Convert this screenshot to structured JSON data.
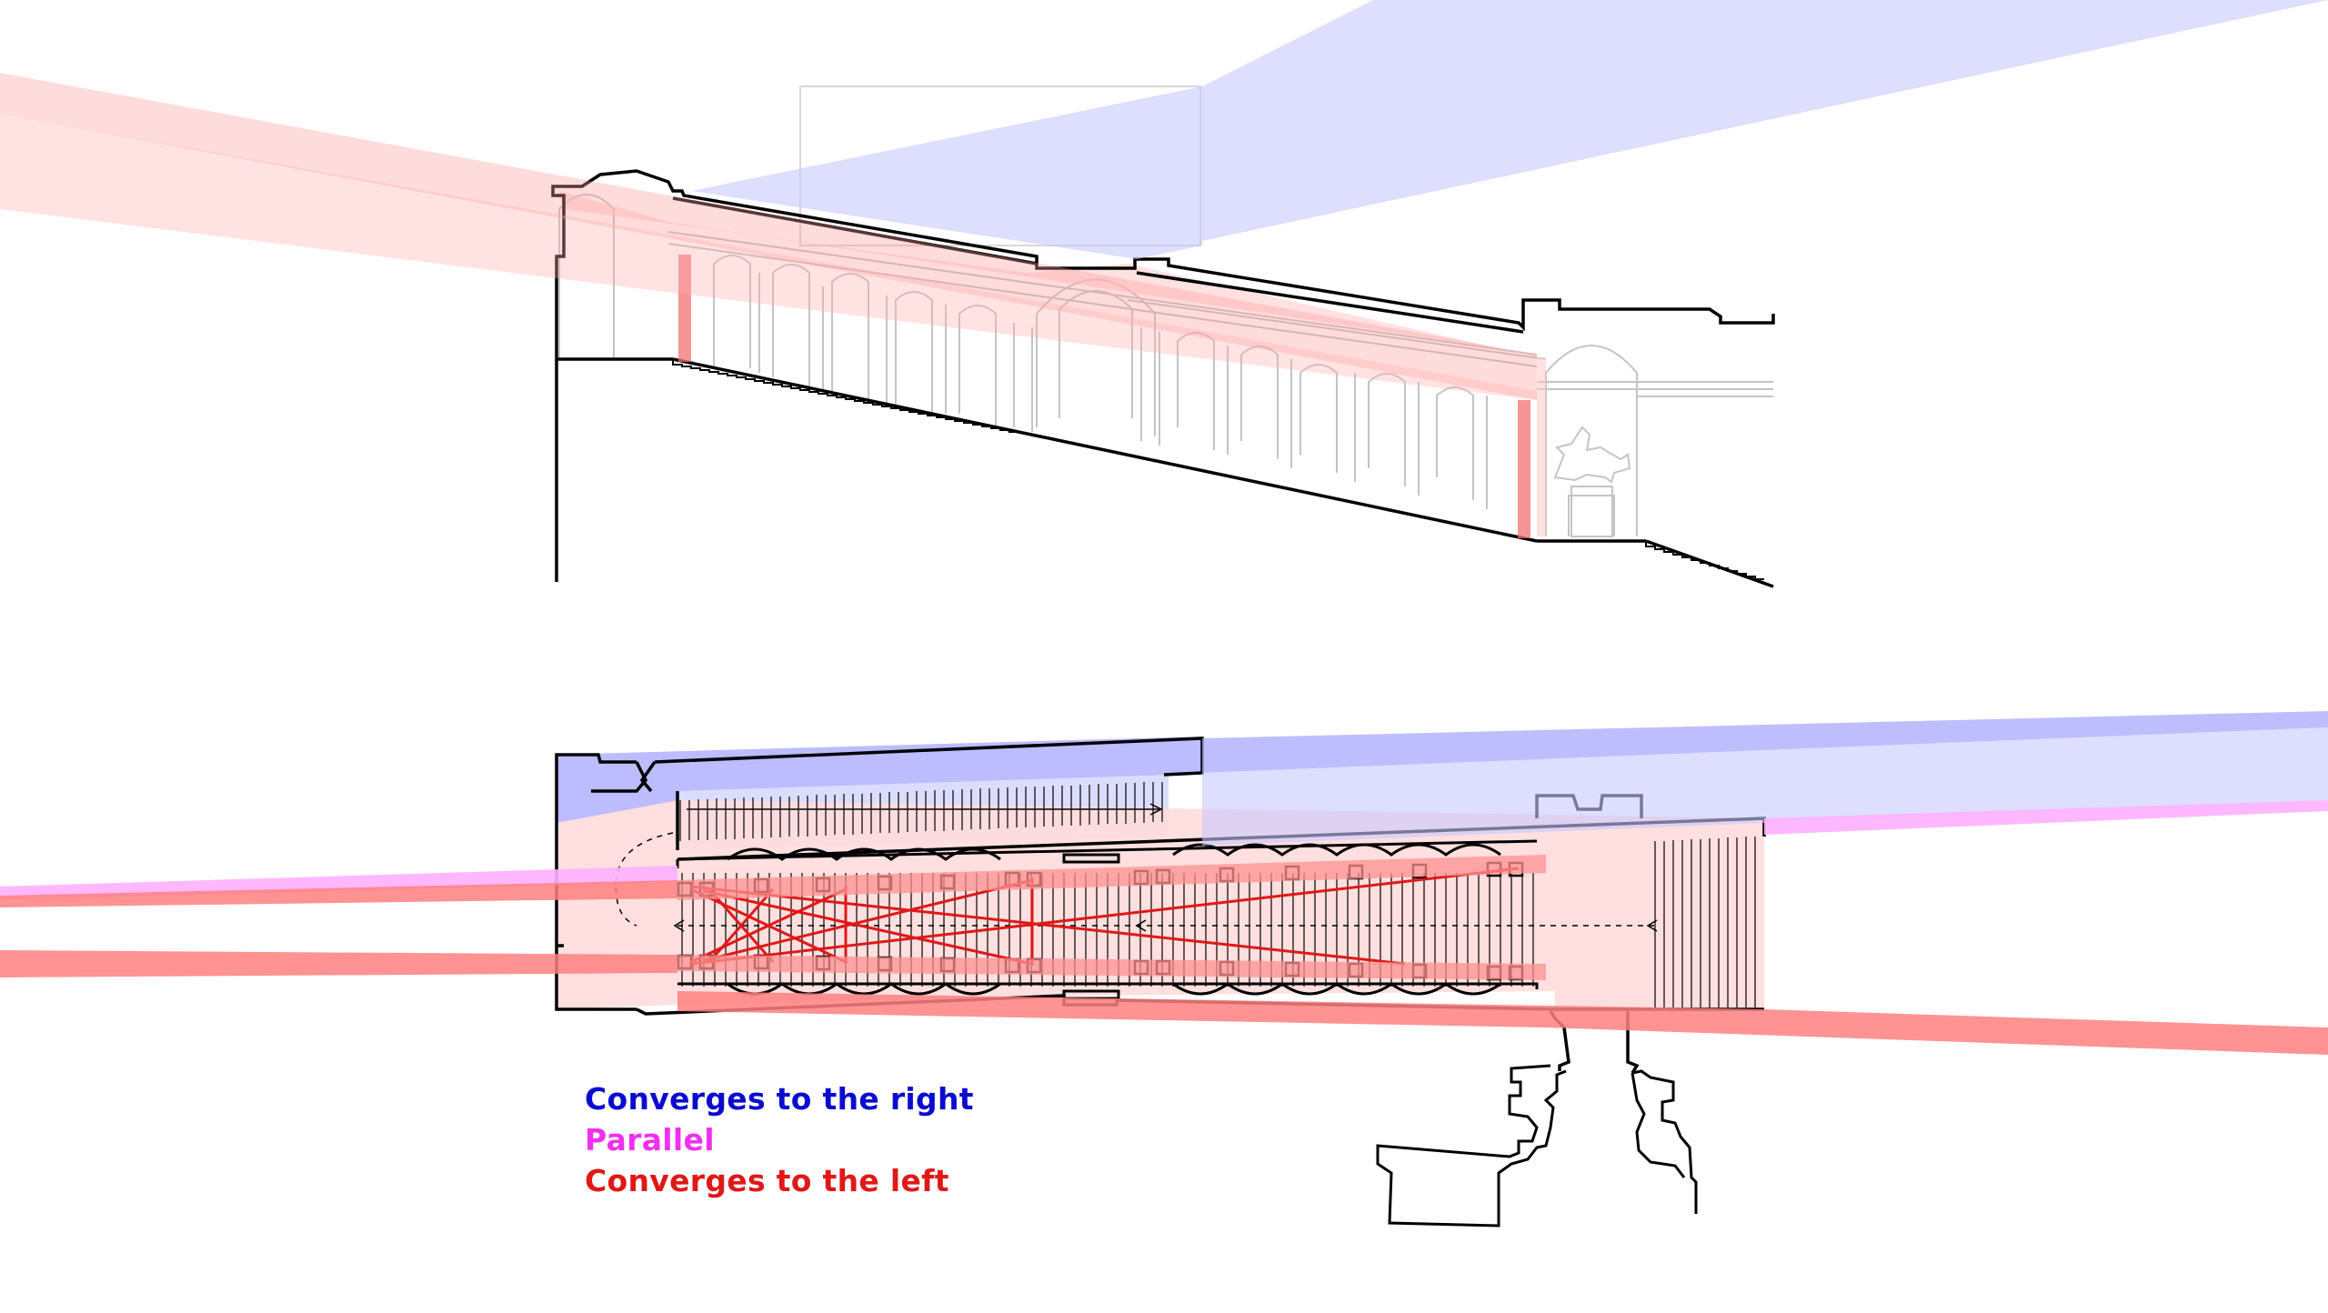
{
  "legend": {
    "items": [
      {
        "label": "Converges to the right",
        "color": "#0b0bd0"
      },
      {
        "label": "Parallel",
        "color": "#f030f0"
      },
      {
        "label": "Converges to the left",
        "color": "#e01818"
      }
    ]
  },
  "colors": {
    "outline": "#000000",
    "blue_band": "#c8c8ff",
    "blue_band_strong": "#a8a8ff",
    "pink_band": "#ffb0ff",
    "red_band": "#ff9a9a",
    "red_fill": "#ffd6d6",
    "red_line": "#e01818"
  },
  "icons": [
    "equestrian-statue-icon"
  ]
}
